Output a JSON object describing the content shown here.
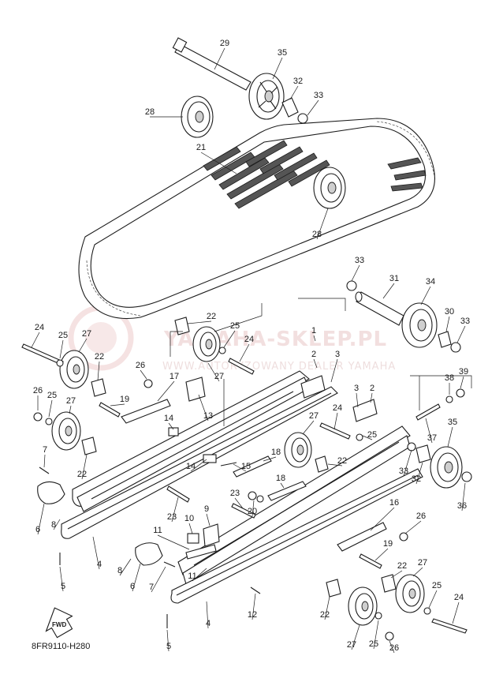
{
  "diagram_code": "8FR9110-H280",
  "fwd_label": "FWD",
  "watermark": {
    "line1": "YAMAHA-SKLEP.PL",
    "line2": "WWW.AUTORYZOWANY DEALER YAMAHA"
  },
  "callouts": [
    {
      "id": "c29a",
      "label": "29"
    },
    {
      "id": "c35a",
      "label": "35"
    },
    {
      "id": "c32a",
      "label": "32"
    },
    {
      "id": "c33a",
      "label": "33"
    },
    {
      "id": "c28a",
      "label": "28"
    },
    {
      "id": "c21",
      "label": "21"
    },
    {
      "id": "c28b",
      "label": "28"
    },
    {
      "id": "c33b",
      "label": "33"
    },
    {
      "id": "c31",
      "label": "31"
    },
    {
      "id": "c34",
      "label": "34"
    },
    {
      "id": "c30",
      "label": "30"
    },
    {
      "id": "c33c",
      "label": "33"
    },
    {
      "id": "c1",
      "label": "1"
    },
    {
      "id": "c2a",
      "label": "2"
    },
    {
      "id": "c3a",
      "label": "3"
    },
    {
      "id": "c22a",
      "label": "22"
    },
    {
      "id": "c25a",
      "label": "25"
    },
    {
      "id": "c24a",
      "label": "24"
    },
    {
      "id": "c27a",
      "label": "27"
    },
    {
      "id": "c24b",
      "label": "24"
    },
    {
      "id": "c25b",
      "label": "25"
    },
    {
      "id": "c27b",
      "label": "27"
    },
    {
      "id": "c22b",
      "label": "22"
    },
    {
      "id": "c26a",
      "label": "26"
    },
    {
      "id": "c17",
      "label": "17"
    },
    {
      "id": "c19a",
      "label": "19"
    },
    {
      "id": "c13",
      "label": "13"
    },
    {
      "id": "c26b",
      "label": "26"
    },
    {
      "id": "c25c",
      "label": "25"
    },
    {
      "id": "c27c",
      "label": "27"
    },
    {
      "id": "c14a",
      "label": "14"
    },
    {
      "id": "c3b",
      "label": "3"
    },
    {
      "id": "c2b",
      "label": "2"
    },
    {
      "id": "c39",
      "label": "39"
    },
    {
      "id": "c38",
      "label": "38"
    },
    {
      "id": "c24c",
      "label": "24"
    },
    {
      "id": "c37",
      "label": "37"
    },
    {
      "id": "c35b",
      "label": "35"
    },
    {
      "id": "c25d",
      "label": "25"
    },
    {
      "id": "c27d",
      "label": "27"
    },
    {
      "id": "c22c",
      "label": "22"
    },
    {
      "id": "c33d",
      "label": "33"
    },
    {
      "id": "c32b",
      "label": "32"
    },
    {
      "id": "c36",
      "label": "36"
    },
    {
      "id": "c7a",
      "label": "7"
    },
    {
      "id": "c22d",
      "label": "22"
    },
    {
      "id": "c14b",
      "label": "14"
    },
    {
      "id": "c15",
      "label": "15"
    },
    {
      "id": "c18a",
      "label": "18"
    },
    {
      "id": "c18b",
      "label": "18"
    },
    {
      "id": "c23a",
      "label": "23"
    },
    {
      "id": "c20",
      "label": "20"
    },
    {
      "id": "c6a",
      "label": "6"
    },
    {
      "id": "c8a",
      "label": "8"
    },
    {
      "id": "c9",
      "label": "9"
    },
    {
      "id": "c10",
      "label": "10"
    },
    {
      "id": "c11a",
      "label": "11"
    },
    {
      "id": "c23b",
      "label": "23"
    },
    {
      "id": "c16",
      "label": "16"
    },
    {
      "id": "c26c",
      "label": "26"
    },
    {
      "id": "c19b",
      "label": "19"
    },
    {
      "id": "c4a",
      "label": "4"
    },
    {
      "id": "c8b",
      "label": "8"
    },
    {
      "id": "c6b",
      "label": "6"
    },
    {
      "id": "c7b",
      "label": "7"
    },
    {
      "id": "c11b",
      "label": "11"
    },
    {
      "id": "c5a",
      "label": "5"
    },
    {
      "id": "c22e",
      "label": "22"
    },
    {
      "id": "c27e",
      "label": "27"
    },
    {
      "id": "c25e",
      "label": "25"
    },
    {
      "id": "c24d",
      "label": "24"
    },
    {
      "id": "c12",
      "label": "12"
    },
    {
      "id": "c22f",
      "label": "22"
    },
    {
      "id": "c4b",
      "label": "4"
    },
    {
      "id": "c5b",
      "label": "5"
    },
    {
      "id": "c27f",
      "label": "27"
    },
    {
      "id": "c25f",
      "label": "25"
    },
    {
      "id": "c26d",
      "label": "26"
    }
  ]
}
